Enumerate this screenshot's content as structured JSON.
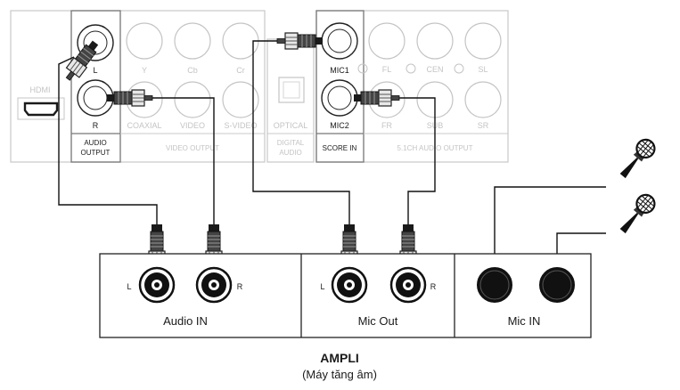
{
  "player": {
    "hdmi_label": "HDMI",
    "audio_output": {
      "l_label": "L",
      "r_label": "R",
      "title_line1": "AUDIO",
      "title_line2": "OUTPUT"
    },
    "video_output": {
      "y_label": "Y",
      "cb_label": "Cb",
      "cr_label": "Cr",
      "coaxial_label": "COAXIAL",
      "video_label": "VIDEO",
      "svideo_label": "S-VIDEO",
      "title": "VIDEO OUTPUT"
    },
    "digital_audio": {
      "optical_label": "OPTICAL",
      "title_line1": "DIGITAL",
      "title_line2": "AUDIO"
    },
    "score_in": {
      "mic1_label": "MIC1",
      "mic2_label": "MIC2",
      "title": "SCORE IN"
    },
    "surround_output": {
      "fl_label": "FL",
      "cen_label": "CEN",
      "sl_label": "SL",
      "fr_label": "FR",
      "sub_label": "SUB",
      "sr_label": "SR",
      "title": "5.1CH AUDIO OUTPUT"
    }
  },
  "amplifier": {
    "audio_in": {
      "title": "Audio IN",
      "l_label": "L",
      "r_label": "R"
    },
    "mic_out": {
      "title": "Mic Out",
      "l_label": "L",
      "r_label": "R"
    },
    "mic_in": {
      "title": "Mic IN"
    },
    "name": "AMPLI",
    "subtitle": "(Máy tăng âm)"
  }
}
